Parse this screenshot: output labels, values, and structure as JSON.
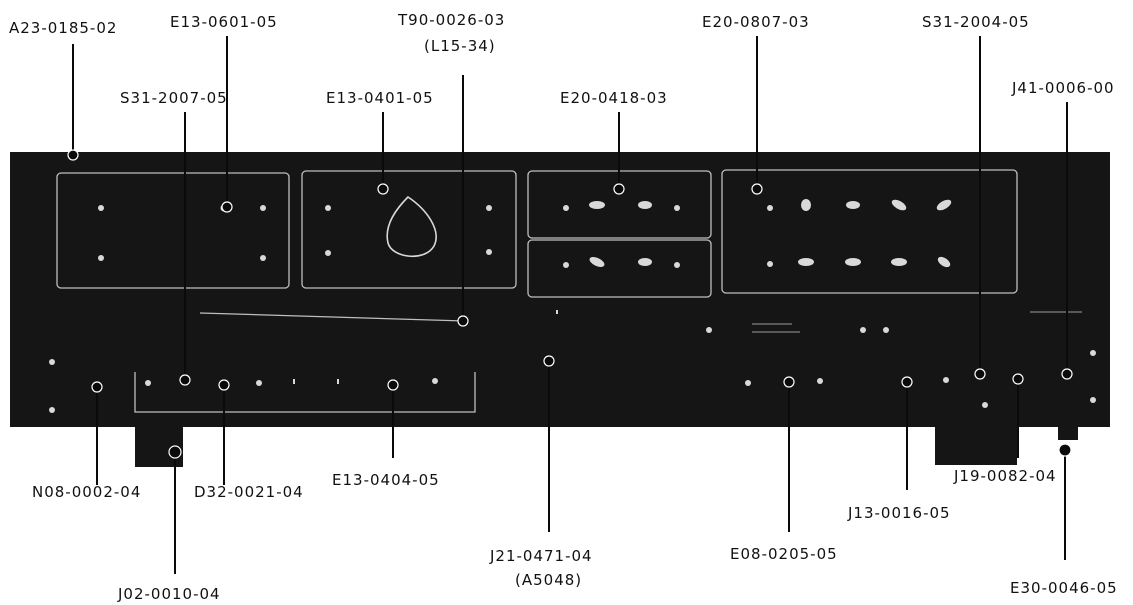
{
  "labels": {
    "a23_0185_02": "A23-0185-02",
    "e13_0601_05": "E13-0601-05",
    "t90_0026_03": "T90-0026-03",
    "t90_sub": "(L15-34)",
    "e20_0807_03": "E20-0807-03",
    "s31_2004_05": "S31-2004-05",
    "s31_2007_05": "S31-2007-05",
    "e13_0401_05": "E13-0401-05",
    "e20_0418_03": "E20-0418-03",
    "j41_0006_00": "J41-0006-00",
    "n08_0002_04": "N08-0002-04",
    "d32_0021_04": "D32-0021-04",
    "e13_0404_05": "E13-0404-05",
    "j02_0010_04": "J02-0010-04",
    "j21_0471_04": "J21-0471-04",
    "j21_sub": "(A5048)",
    "e08_0205_05": "E08-0205-05",
    "j13_0016_05": "J13-0016-05",
    "j19_0082_04": "J19-0082-04",
    "e30_0046_05": "E30-0046-05"
  },
  "colors": {
    "panel": "#151515",
    "line": "#0a0a0a",
    "detail": "#d9d9d9",
    "background": "#ffffff"
  }
}
